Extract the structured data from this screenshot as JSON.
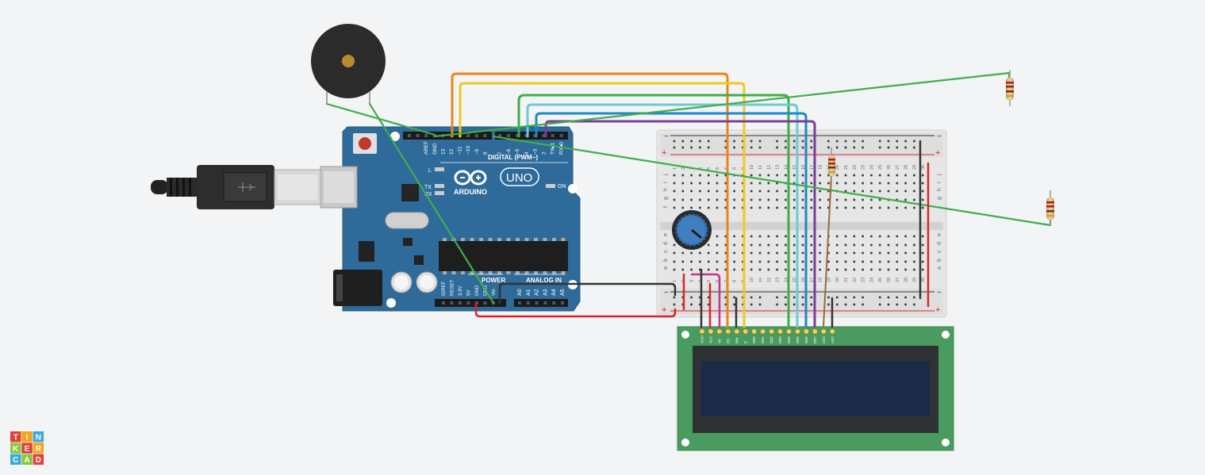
{
  "arduino": {
    "brand": "ARDUINO",
    "model": "UNO",
    "digital_label": "DIGITAL (PWM~)",
    "power_label": "POWER",
    "analog_label": "ANALOG IN",
    "on_label": "ON",
    "led_labels": [
      "L",
      "TX",
      "RX"
    ],
    "top_pins": [
      "AREF",
      "GND",
      "13",
      "12",
      "~11",
      "~10",
      "~9",
      "8",
      "7",
      "~6",
      "~5",
      "4",
      "~3",
      "2",
      "TX▸1",
      "RX◂0"
    ],
    "power_pins": [
      "IOREF",
      "RESET",
      "3.3V",
      "5V",
      "GND",
      "GND",
      "Vin"
    ],
    "analog_pins": [
      "A0",
      "A1",
      "A2",
      "A3",
      "A4",
      "A5"
    ]
  },
  "breadboard": {
    "columns": [
      "1",
      "2",
      "3",
      "4",
      "5",
      "6",
      "7",
      "8",
      "9",
      "10",
      "11",
      "12",
      "13",
      "14",
      "15",
      "16",
      "17",
      "18",
      "19",
      "20",
      "21",
      "22",
      "23",
      "24",
      "25",
      "26",
      "27",
      "28",
      "29",
      "30"
    ],
    "rows_top": [
      "j",
      "i",
      "h",
      "g",
      "f"
    ],
    "rows_bottom": [
      "e",
      "d",
      "c",
      "b",
      "a"
    ],
    "rail_plus": "+",
    "rail_minus": "−"
  },
  "lcd": {
    "pins": [
      "GND",
      "VCC",
      "V0",
      "RS",
      "RW",
      "E",
      "DB0",
      "DB1",
      "DB2",
      "DB3",
      "DB4",
      "DB5",
      "DB6",
      "DB7",
      "LED",
      "LED"
    ]
  },
  "logo": {
    "letters": [
      "T",
      "I",
      "N",
      "K",
      "E",
      "R",
      "C",
      "A",
      "D"
    ]
  },
  "colors": {
    "background": "#f3f4f6",
    "arduino_board": "#2e6b9a",
    "lcd_pcb": "#4a9b5f",
    "lcd_screen": "#1b2a47",
    "wire_orange": "#e8861b",
    "wire_yellow": "#f2c81e",
    "wire_green": "#3fae49",
    "wire_cyan": "#6ec8d6",
    "wire_blue": "#1e88c8",
    "wire_purple": "#7b3e9a",
    "wire_red": "#d7262b",
    "wire_black": "#333333",
    "wire_magenta": "#c8338d",
    "wire_brown": "#9a6a3a"
  },
  "icons": [
    "usb-cable-icon",
    "piezo-buzzer-icon",
    "potentiometer-icon",
    "resistor-icon",
    "tinkercad-logo"
  ]
}
